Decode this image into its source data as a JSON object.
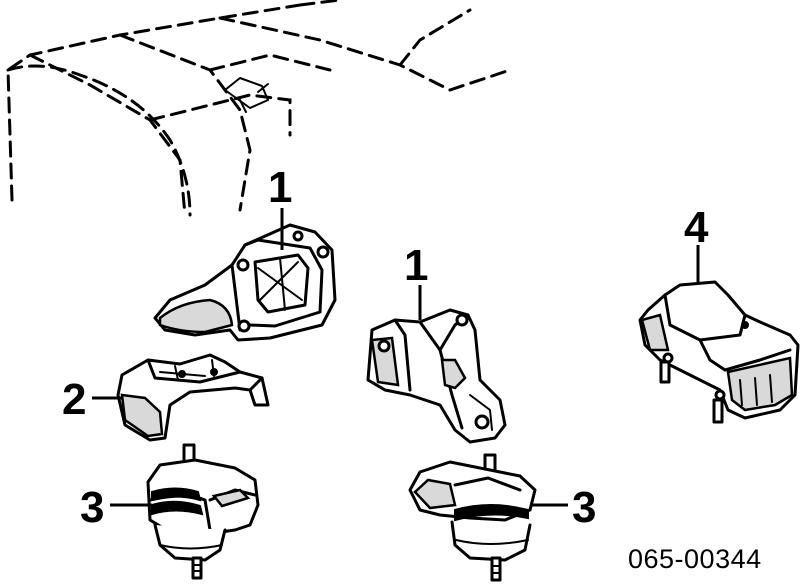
{
  "callouts": [
    {
      "id": "left-bracket",
      "label": "1"
    },
    {
      "id": "center-bracket",
      "label": "1"
    },
    {
      "id": "left-plate",
      "label": "2"
    },
    {
      "id": "left-mount",
      "label": "3"
    },
    {
      "id": "right-mount",
      "label": "3"
    },
    {
      "id": "rear-mount",
      "label": "4"
    }
  ],
  "diagram_code": "065-00344"
}
